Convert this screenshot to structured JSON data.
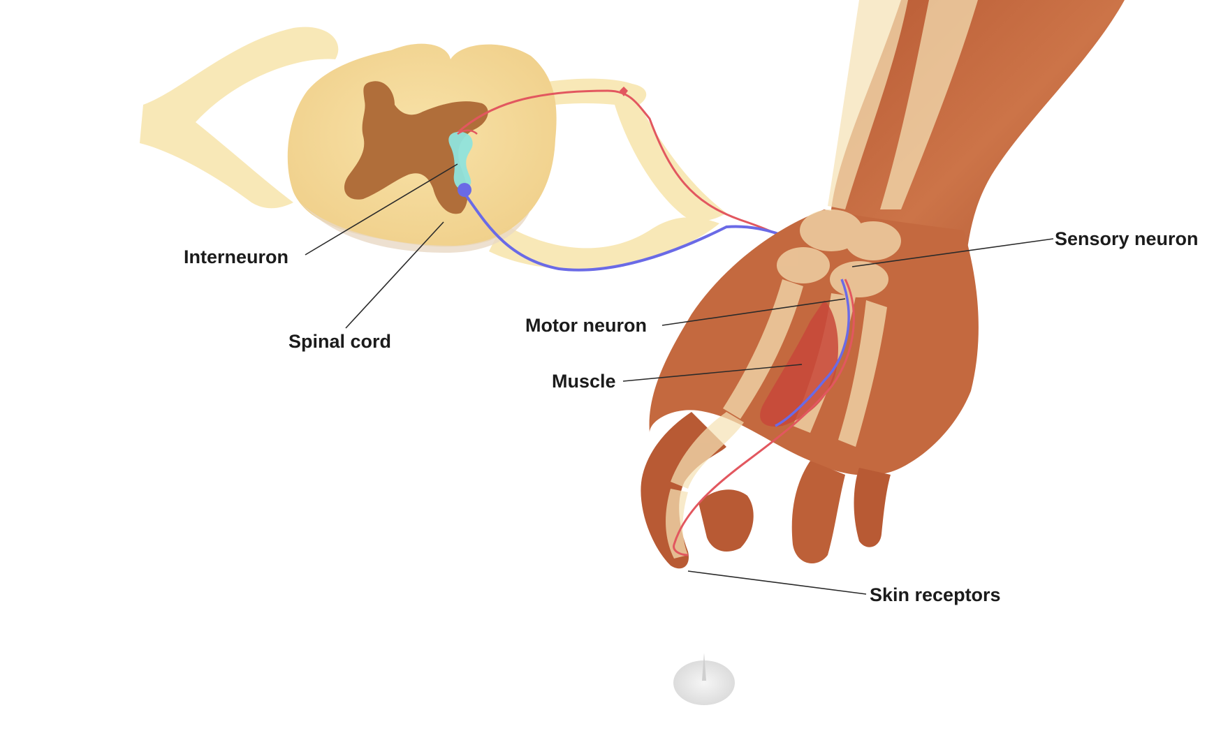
{
  "labels": {
    "interneuron": "Interneuron",
    "spinal_cord": "Spinal cord",
    "sensory_neuron": "Sensory neuron",
    "motor_neuron": "Motor neuron",
    "muscle": "Muscle",
    "skin_receptors": "Skin receptors"
  },
  "colors": {
    "background": "#ffffff",
    "spinal_white_matter": "#f5dc9e",
    "spinal_gray_matter": "#b06e3a",
    "nerve_roots": "#f8e7b3",
    "sensory_neuron": "#e2575f",
    "motor_neuron": "#6a6ae6",
    "interneuron": "#8fe3dc",
    "skin": "#c4693f",
    "bone": "#f6e2b6",
    "muscle": "#c8483a",
    "pin": "#d9d9d9"
  }
}
